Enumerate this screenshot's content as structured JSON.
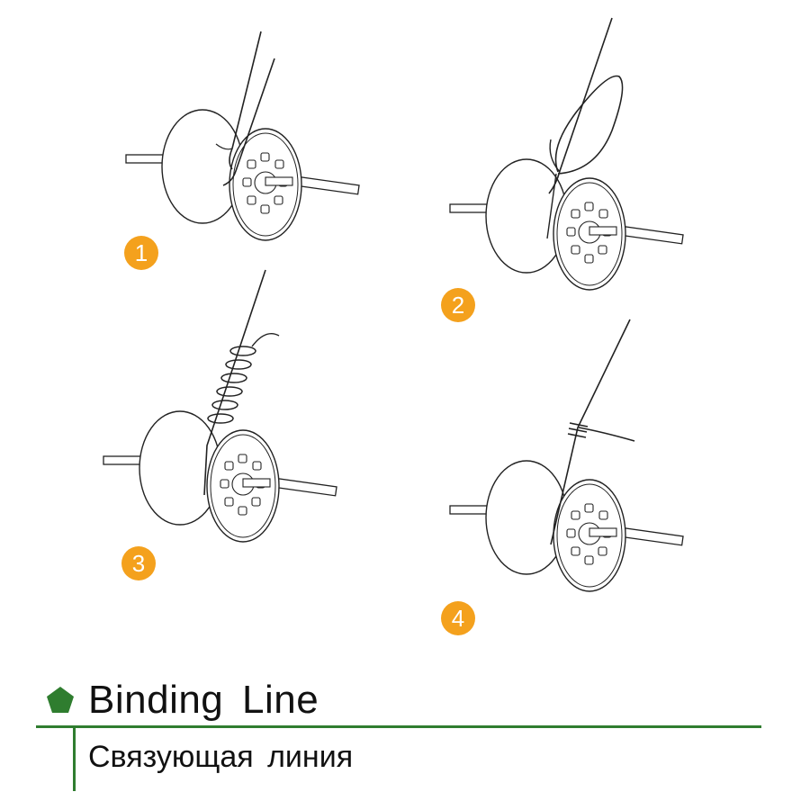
{
  "colors": {
    "accent": "#f4a11d",
    "brand_green": "#2f7d2f",
    "stroke": "#222222"
  },
  "steps": [
    {
      "number": "1"
    },
    {
      "number": "2"
    },
    {
      "number": "3"
    },
    {
      "number": "4"
    }
  ],
  "heading": {
    "icon": "green-pentagon-icon",
    "title": "Binding Line",
    "subtitle": "Связующая линия"
  }
}
